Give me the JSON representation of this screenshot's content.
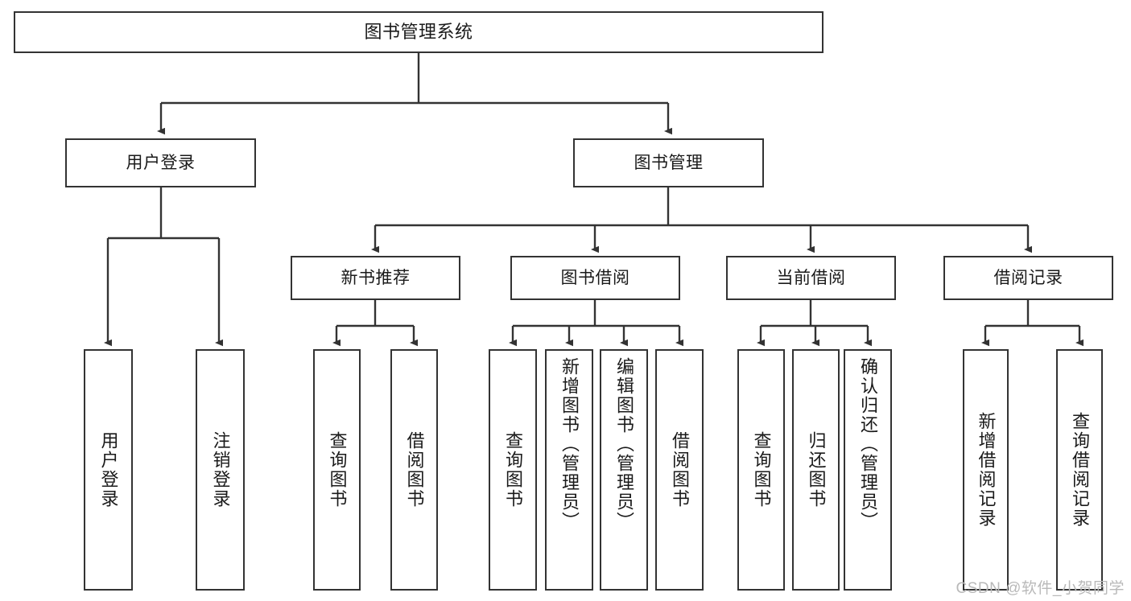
{
  "diagram": {
    "title": "图书管理系统",
    "type": "tree-hierarchy",
    "watermark": "CSDN @软件_小贺同学",
    "colors": {
      "background": "#ffffff",
      "node_fill": "#ffffff",
      "node_border": "#333333",
      "edge": "#333333",
      "text": "#1a1a1a",
      "watermark": "#b9b9b9"
    },
    "nodes": {
      "root": {
        "label": "图书管理系统"
      },
      "level1": [
        {
          "label": "用户登录"
        },
        {
          "label": "图书管理"
        }
      ],
      "level2": [
        {
          "label": "新书推荐"
        },
        {
          "label": "图书借阅"
        },
        {
          "label": "当前借阅"
        },
        {
          "label": "借阅记录"
        }
      ],
      "leaves": {
        "user_login": [
          {
            "label": "用户登录"
          },
          {
            "label": "注销登录"
          }
        ],
        "new_book_recommend": [
          {
            "label": "查询图书"
          },
          {
            "label": "借阅图书"
          }
        ],
        "book_borrow": [
          {
            "label": "查询图书"
          },
          {
            "label": "新增图书（管理员）"
          },
          {
            "label": "编辑图书（管理员）"
          },
          {
            "label": "借阅图书"
          }
        ],
        "current_borrow": [
          {
            "label": "查询图书"
          },
          {
            "label": "归还图书"
          },
          {
            "label": "确认归还（管理员）"
          }
        ],
        "borrow_record": [
          {
            "label": "新增借阅记录"
          },
          {
            "label": "查询借阅记录"
          }
        ]
      }
    }
  }
}
